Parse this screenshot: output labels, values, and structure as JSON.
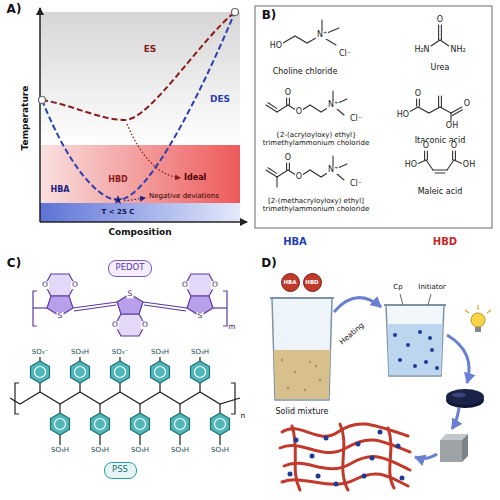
{
  "diagram": {
    "nodes": [
      {
        "text": [
          "PEDOT"
        ]
      },
      {
        "text": [
          "PSS"
        ]
      },
      {
        "text": [
          "HBA"
        ]
      },
      {
        "text": [
          "HBD"
        ]
      }
    ],
    "labels": [
      "A)",
      "Temperature",
      "Composition",
      "ES",
      "DES",
      "Ideal",
      "HBA",
      "HBD",
      "Negative deviations",
      "T < 25 C",
      "B)",
      "HO",
      "N⁺",
      "Cl⁻",
      "Choline chloride",
      "O",
      "H₂N",
      "NH₂",
      "Urea",
      "O",
      "O",
      "N⁺",
      "Cl⁻",
      "{2-(acryloyloxy) ethyl} trimethylammonium choloride",
      "O",
      "HO",
      "O",
      "OH",
      "Itaconic acid",
      "O",
      "O",
      "N⁺",
      "Cl⁻",
      "[2-(methacryloyloxy) ethyl] trimethylammonium choloride",
      "HO",
      "O",
      "O",
      "OH",
      "Maleic acid",
      "HBA",
      "HBD",
      "C)",
      "O",
      "O",
      "S",
      "O",
      "O",
      "S",
      "O",
      "O",
      "S",
      "m",
      "SO₃⁻",
      "SO₃H",
      "SO₃⁻",
      "SO₃H",
      "SO₃H",
      "SO₃H",
      "SO₃H",
      "SO₃H",
      "SO₃H",
      "SO₃H",
      "n",
      "D)",
      "Solid mixture",
      "Heating",
      "Cp",
      "Initiator"
    ]
  }
}
